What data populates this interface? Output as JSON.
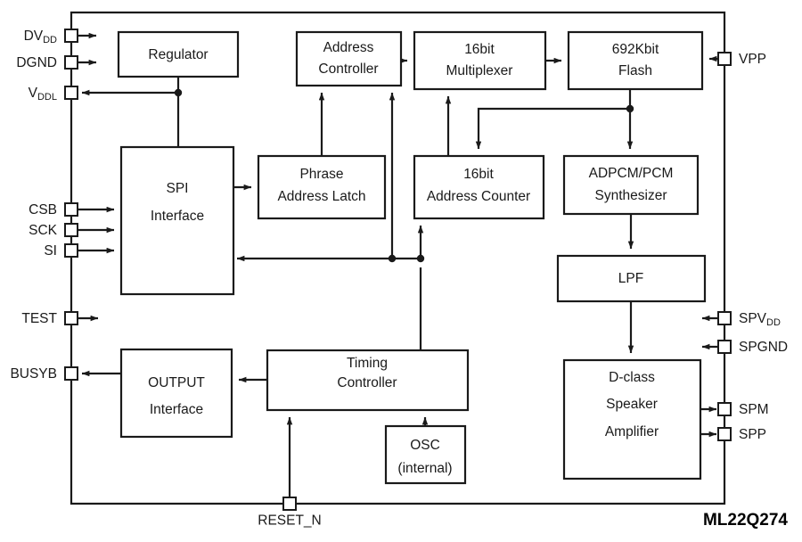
{
  "diagram": {
    "part_number": "ML22Q274",
    "blocks": [
      {
        "id": "regulator",
        "lines": [
          "Regulator"
        ]
      },
      {
        "id": "address-controller",
        "lines": [
          "Address",
          "Controller"
        ]
      },
      {
        "id": "multiplexer",
        "lines": [
          "16bit",
          "Multiplexer"
        ]
      },
      {
        "id": "flash",
        "lines": [
          "692Kbit",
          "Flash"
        ]
      },
      {
        "id": "spi-interface",
        "lines": [
          "SPI",
          "Interface"
        ]
      },
      {
        "id": "phrase-address-latch",
        "lines": [
          "Phrase",
          "Address Latch"
        ]
      },
      {
        "id": "address-counter",
        "lines": [
          "16bit",
          "Address Counter"
        ]
      },
      {
        "id": "adpcm-pcm-synthesizer",
        "lines": [
          "ADPCM/PCM",
          "Synthesizer"
        ]
      },
      {
        "id": "lpf",
        "lines": [
          "LPF"
        ]
      },
      {
        "id": "output-interface",
        "lines": [
          "OUTPUT",
          "Interface"
        ]
      },
      {
        "id": "timing-controller",
        "lines": [
          "Timing",
          "Controller"
        ]
      },
      {
        "id": "osc",
        "lines": [
          "OSC",
          "(internal)"
        ]
      },
      {
        "id": "d-class-amplifier",
        "lines": [
          "D-class",
          "Speaker",
          "Amplifier"
        ]
      }
    ],
    "pins": [
      {
        "id": "dvdd",
        "base": "DV",
        "sub": "DD",
        "side": "left",
        "direction": "in"
      },
      {
        "id": "dgnd",
        "base": "DGND",
        "sub": "",
        "side": "left",
        "direction": "in"
      },
      {
        "id": "vddl",
        "base": "V",
        "sub": "DDL",
        "side": "left",
        "direction": "out"
      },
      {
        "id": "csb",
        "base": "CSB",
        "sub": "",
        "side": "left",
        "direction": "in"
      },
      {
        "id": "sck",
        "base": "SCK",
        "sub": "",
        "side": "left",
        "direction": "in"
      },
      {
        "id": "si",
        "base": "SI",
        "sub": "",
        "side": "left",
        "direction": "in"
      },
      {
        "id": "test",
        "base": "TEST",
        "sub": "",
        "side": "left",
        "direction": "in"
      },
      {
        "id": "busyb",
        "base": "BUSYB",
        "sub": "",
        "side": "left",
        "direction": "out"
      },
      {
        "id": "vpp",
        "base": "VPP",
        "sub": "",
        "side": "right",
        "direction": "in"
      },
      {
        "id": "spvdd",
        "base": "SPV",
        "sub": "DD",
        "side": "right",
        "direction": "in"
      },
      {
        "id": "spgnd",
        "base": "SPGND",
        "sub": "",
        "side": "right",
        "direction": "in"
      },
      {
        "id": "spm",
        "base": "SPM",
        "sub": "",
        "side": "right",
        "direction": "out"
      },
      {
        "id": "spp",
        "base": "SPP",
        "sub": "",
        "side": "right",
        "direction": "out"
      },
      {
        "id": "reset_n",
        "base": "RESET_N",
        "sub": "",
        "side": "bottom",
        "direction": "in"
      }
    ]
  }
}
